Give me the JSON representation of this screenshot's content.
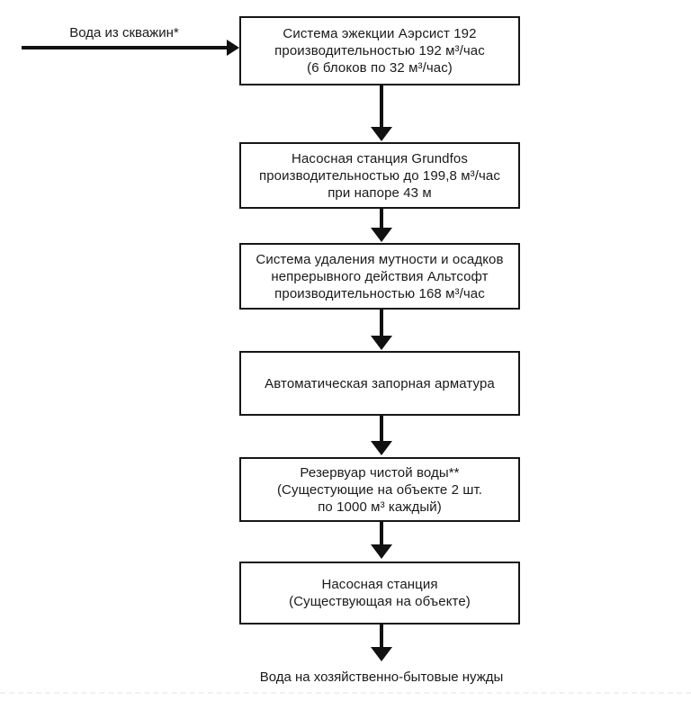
{
  "page": {
    "background_color": "#ffffff",
    "line_color": "#111111",
    "text_color": "#1a1a1a"
  },
  "source_label": {
    "text": "Вода из скважин*"
  },
  "boxes": [
    {
      "id": "ejection-system",
      "lines": [
        "Система эжекции Аэрсист 192",
        "производительностью 192 м³/час",
        "(6 блоков по 32 м³/час)"
      ]
    },
    {
      "id": "pump-station-grundfos",
      "lines": [
        "Насосная станция Grundfos",
        "производительностью до 199,8 м³/час",
        "при напоре 43 м"
      ]
    },
    {
      "id": "turbidity-sediment-removal",
      "lines": [
        "Система удаления мутности и осадков",
        "непрерывного действия Альтсофт",
        "производительностью 168 м³/час"
      ]
    },
    {
      "id": "automatic-shutoff-valve",
      "lines": [
        "Автоматическая запорная арматура"
      ]
    },
    {
      "id": "clean-water-reservoir",
      "lines": [
        "Резервуар чистой воды**",
        "(Сущестующие на объекте 2 шт.",
        "по 1000 м³ каждый)"
      ]
    },
    {
      "id": "existing-pump-station",
      "lines": [
        "Насосная станция",
        "(Существующая на объекте)"
      ]
    }
  ],
  "output_label": {
    "text": "Вода на хозяйственно-бытовые нужды"
  }
}
